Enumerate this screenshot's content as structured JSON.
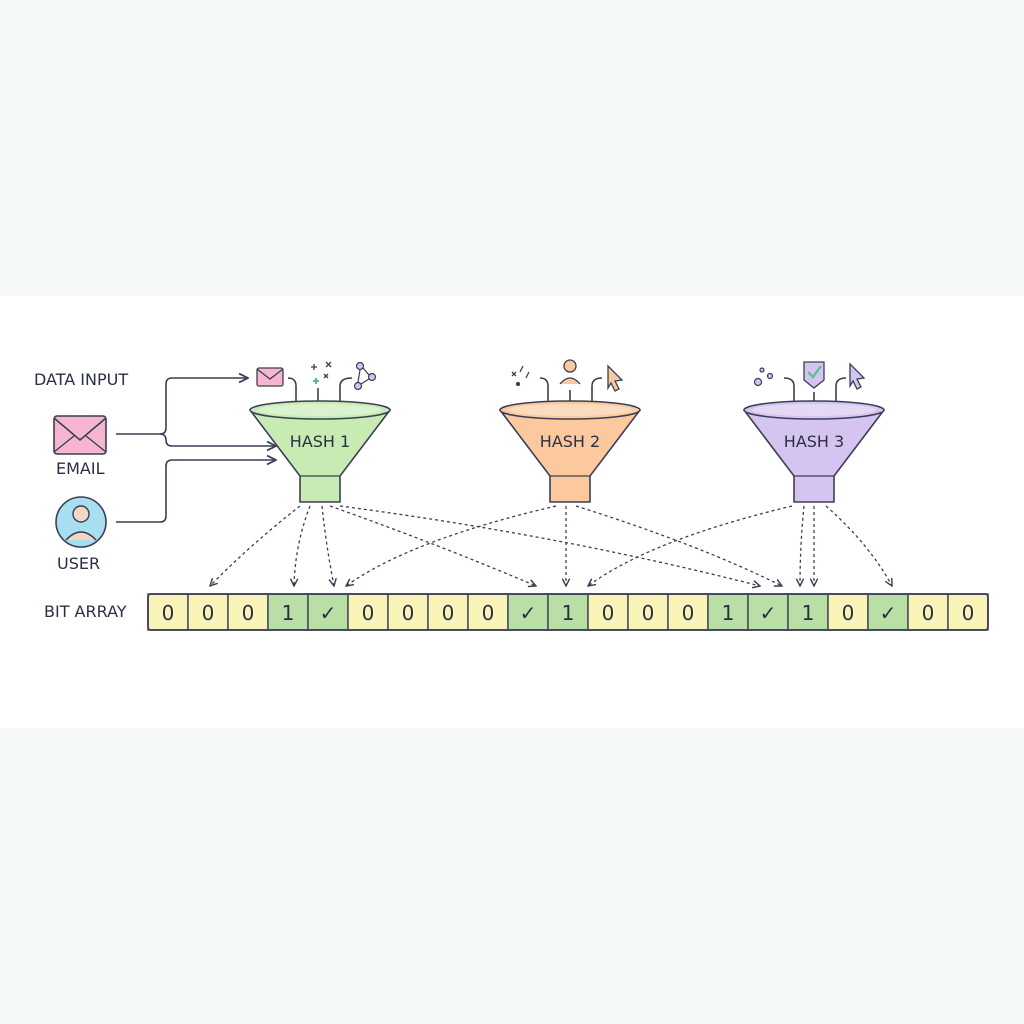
{
  "labels": {
    "data_input": "DATA INPUT",
    "email": "EMAIL",
    "user": "USER",
    "bit_array": "BIT ARRAY"
  },
  "hashes": [
    {
      "label": "HASH 1",
      "fill": "#c7ebb3",
      "stroke": "#3a3f55"
    },
    {
      "label": "HASH 2",
      "fill": "#fbc99d",
      "stroke": "#3a3f55"
    },
    {
      "label": "HASH 3",
      "fill": "#d6c4f0",
      "stroke": "#3a3f55"
    }
  ],
  "colors": {
    "cell_zero": "#faf3b8",
    "cell_set": "#b9dfa6",
    "email_icon": "#f7b6cf",
    "user_icon": "#a8dff0",
    "check_icon": "#57c08a"
  },
  "bit_array": [
    "0",
    "0",
    "0",
    "1",
    "✓",
    "0",
    "0",
    "0",
    "0",
    "✓",
    "1",
    "0",
    "0",
    "0",
    "1",
    "✓",
    "1",
    "0",
    "✓",
    "0",
    "0"
  ],
  "bit_state": [
    0,
    0,
    0,
    1,
    1,
    0,
    0,
    0,
    0,
    1,
    1,
    0,
    0,
    0,
    1,
    1,
    1,
    0,
    1,
    0,
    0
  ],
  "icons": {
    "inputs": [
      "envelope-icon",
      "user-icon"
    ],
    "hash1_inputs": [
      "envelope-icon",
      "sparkle-icon",
      "share-nodes-icon"
    ],
    "hash2_inputs": [
      "sparkle-icon",
      "person-icon",
      "cursor-icon"
    ],
    "hash3_inputs": [
      "droplets-icon",
      "check-badge-icon",
      "cursor-icon"
    ]
  }
}
